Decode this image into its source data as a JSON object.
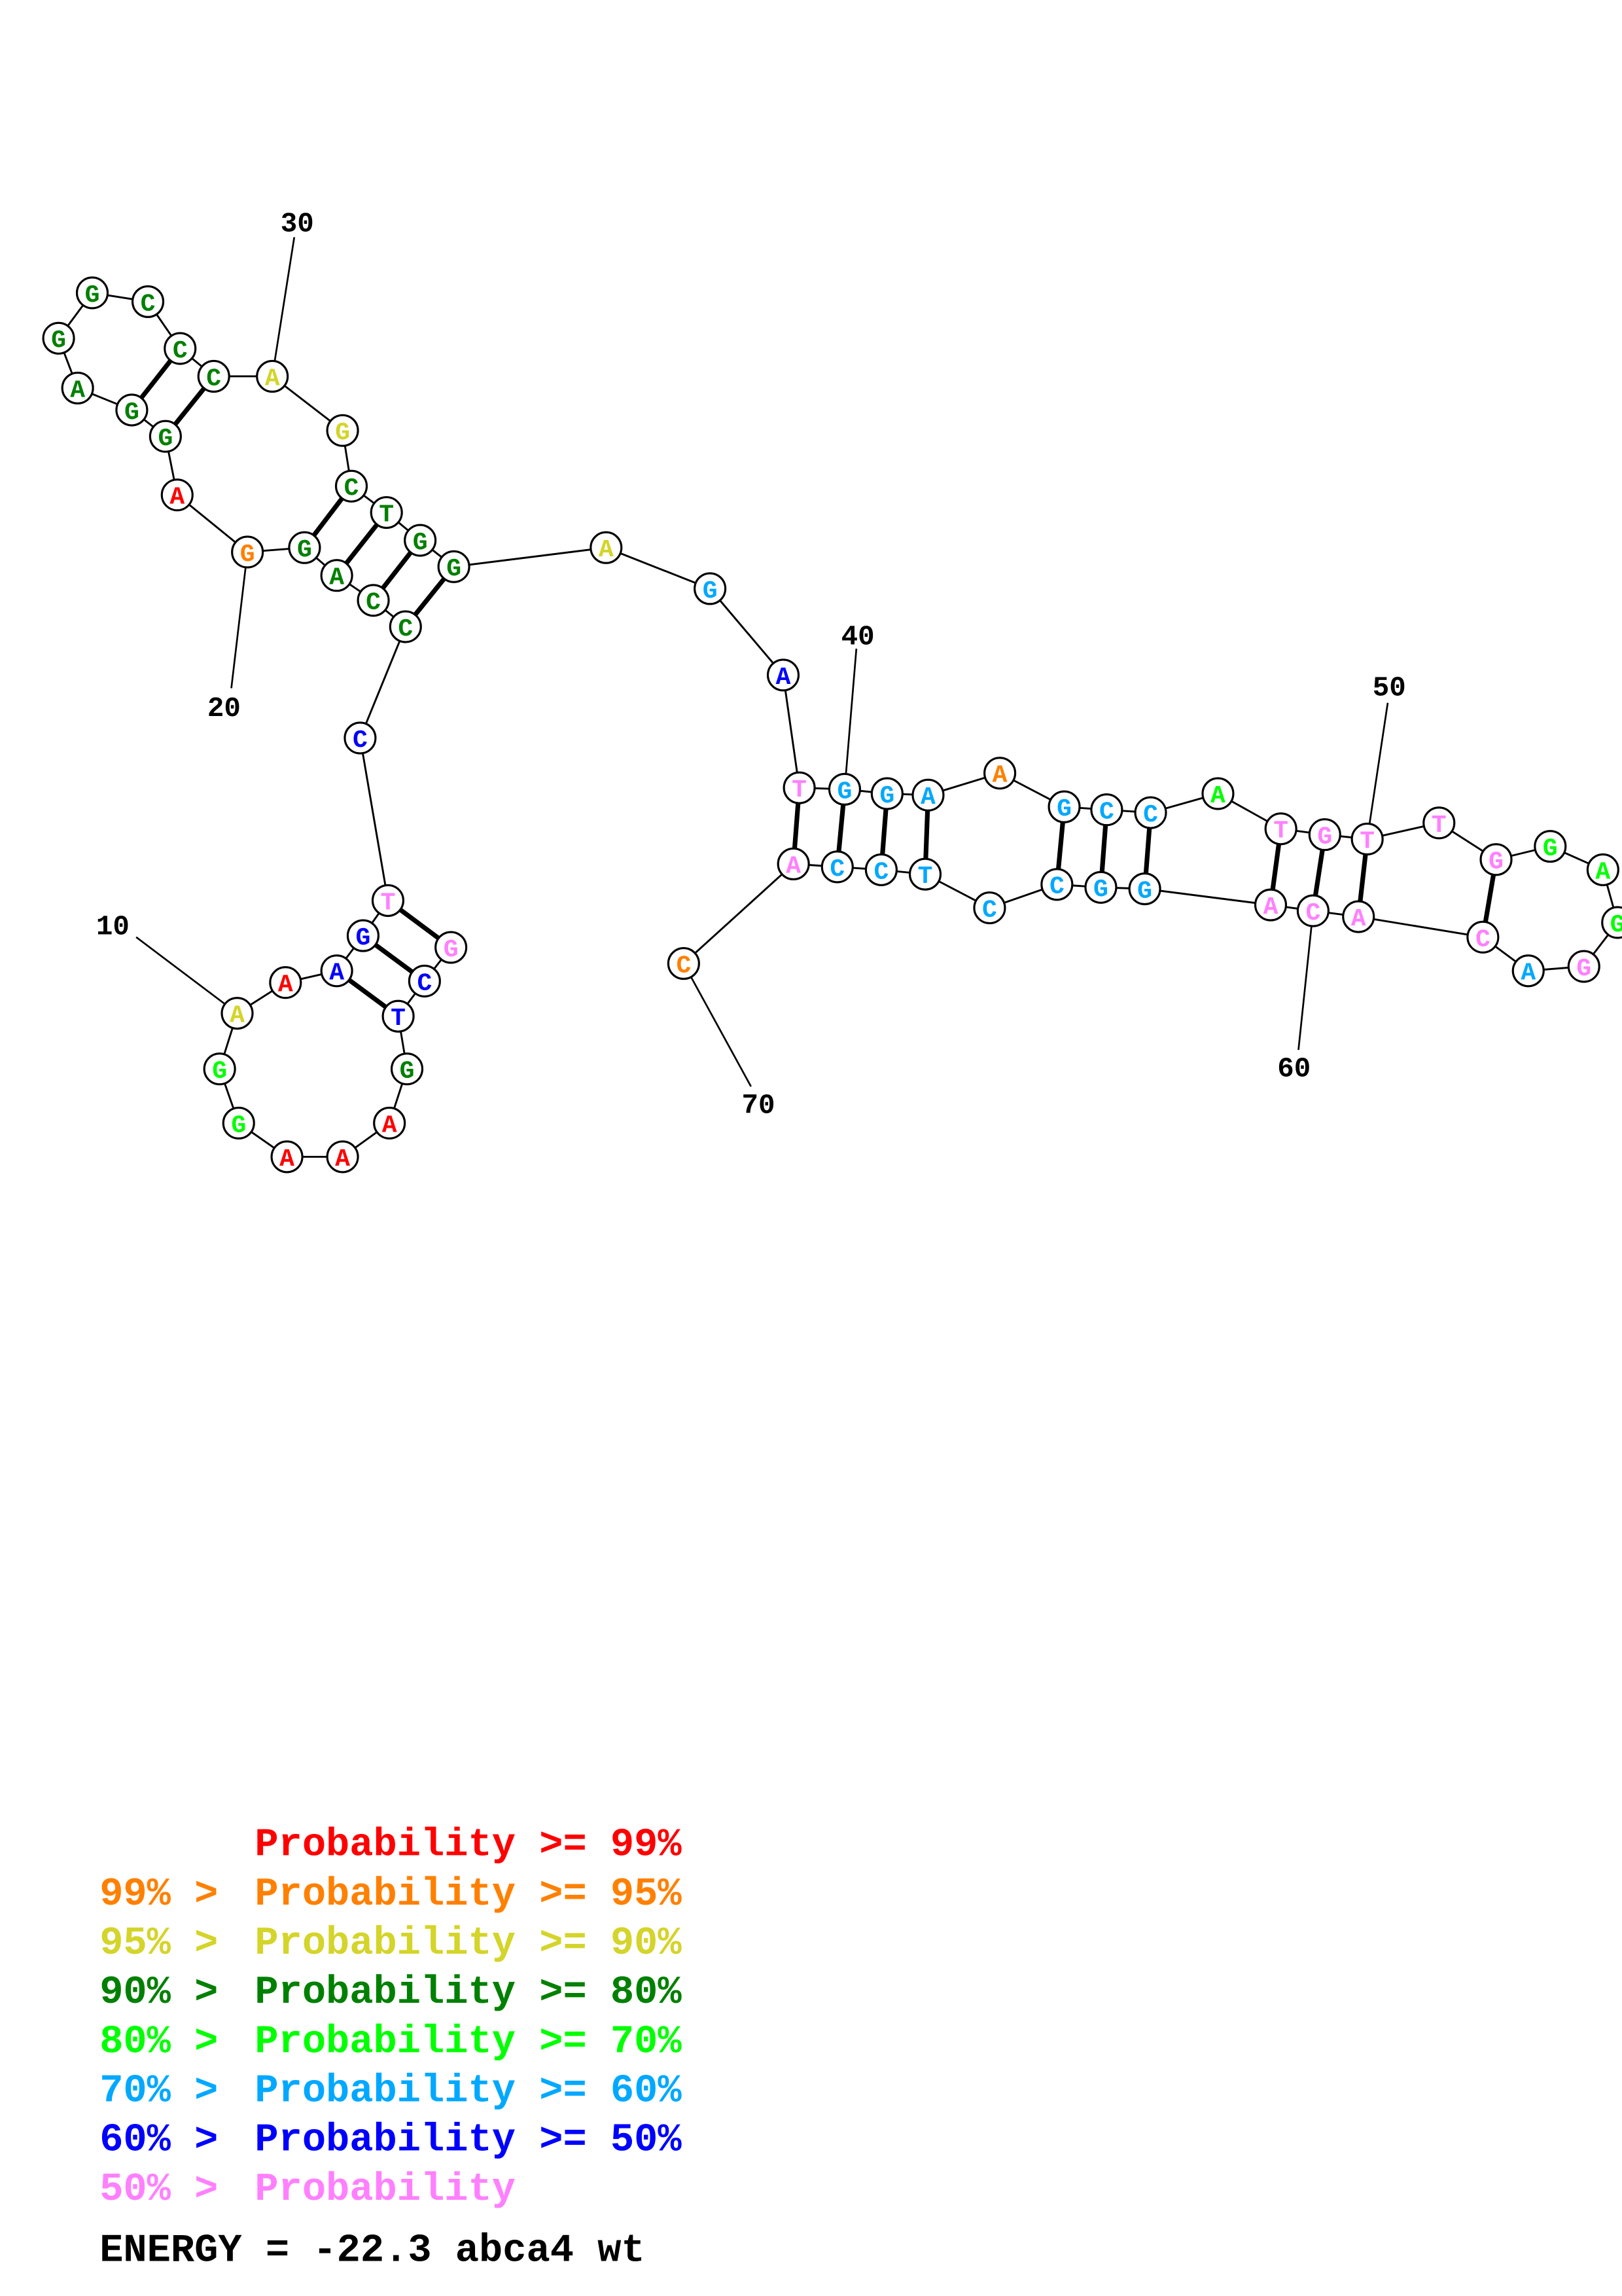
{
  "title": "abca4 wt",
  "energy_label": "ENERGY = -22.3  abca4 wt",
  "colors": {
    "p99": "#ff0000",
    "p95": "#ff8000",
    "p90": "#d4d42a",
    "p80": "#008000",
    "p70": "#00ff00",
    "p60": "#00a8ff",
    "p50": "#0000ff",
    "low": "#ff80ff"
  },
  "sequence": "GCTGAAAGGAAAGTCCCAGGAGGAGGCCCAGCTGGAGATGGAAGCCATGTTGGAGGACACAGGCCTCCAC",
  "nucleotides": [
    {
      "n": 1,
      "base": "G",
      "cls": "low"
    },
    {
      "n": 2,
      "base": "C",
      "cls": "p50"
    },
    {
      "n": 3,
      "base": "T",
      "cls": "p50"
    },
    {
      "n": 4,
      "base": "G",
      "cls": "p80"
    },
    {
      "n": 5,
      "base": "A",
      "cls": "p99"
    },
    {
      "n": 6,
      "base": "A",
      "cls": "p99"
    },
    {
      "n": 7,
      "base": "A",
      "cls": "p99"
    },
    {
      "n": 8,
      "base": "G",
      "cls": "p70"
    },
    {
      "n": 9,
      "base": "G",
      "cls": "p70"
    },
    {
      "n": 10,
      "base": "A",
      "cls": "p90"
    },
    {
      "n": 11,
      "base": "A",
      "cls": "p99"
    },
    {
      "n": 12,
      "base": "A",
      "cls": "p50"
    },
    {
      "n": 13,
      "base": "G",
      "cls": "p50"
    },
    {
      "n": 14,
      "base": "T",
      "cls": "low"
    },
    {
      "n": 15,
      "base": "C",
      "cls": "p50"
    },
    {
      "n": 16,
      "base": "C",
      "cls": "p80"
    },
    {
      "n": 17,
      "base": "C",
      "cls": "p80"
    },
    {
      "n": 18,
      "base": "A",
      "cls": "p80"
    },
    {
      "n": 19,
      "base": "G",
      "cls": "p80"
    },
    {
      "n": 20,
      "base": "G",
      "cls": "p95"
    },
    {
      "n": 21,
      "base": "A",
      "cls": "p99"
    },
    {
      "n": 22,
      "base": "G",
      "cls": "p80"
    },
    {
      "n": 23,
      "base": "G",
      "cls": "p80"
    },
    {
      "n": 24,
      "base": "A",
      "cls": "p80"
    },
    {
      "n": 25,
      "base": "G",
      "cls": "p80"
    },
    {
      "n": 26,
      "base": "G",
      "cls": "p80"
    },
    {
      "n": 27,
      "base": "C",
      "cls": "p80"
    },
    {
      "n": 28,
      "base": "C",
      "cls": "p80"
    },
    {
      "n": 29,
      "base": "C",
      "cls": "p80"
    },
    {
      "n": 30,
      "base": "A",
      "cls": "p90"
    },
    {
      "n": 31,
      "base": "G",
      "cls": "p90"
    },
    {
      "n": 32,
      "base": "C",
      "cls": "p80"
    },
    {
      "n": 33,
      "base": "T",
      "cls": "p80"
    },
    {
      "n": 34,
      "base": "G",
      "cls": "p80"
    },
    {
      "n": 35,
      "base": "G",
      "cls": "p80"
    },
    {
      "n": 36,
      "base": "A",
      "cls": "p90"
    },
    {
      "n": 37,
      "base": "G",
      "cls": "p60"
    },
    {
      "n": 38,
      "base": "A",
      "cls": "p50"
    },
    {
      "n": 39,
      "base": "T",
      "cls": "low"
    },
    {
      "n": 40,
      "base": "G",
      "cls": "p60"
    },
    {
      "n": 41,
      "base": "G",
      "cls": "p60"
    },
    {
      "n": 42,
      "base": "A",
      "cls": "p60"
    },
    {
      "n": 43,
      "base": "A",
      "cls": "p95"
    },
    {
      "n": 44,
      "base": "G",
      "cls": "p60"
    },
    {
      "n": 45,
      "base": "C",
      "cls": "p60"
    },
    {
      "n": 46,
      "base": "C",
      "cls": "p60"
    },
    {
      "n": 47,
      "base": "A",
      "cls": "p70"
    },
    {
      "n": 48,
      "base": "T",
      "cls": "low"
    },
    {
      "n": 49,
      "base": "G",
      "cls": "low"
    },
    {
      "n": 50,
      "base": "T",
      "cls": "low"
    },
    {
      "n": 51,
      "base": "T",
      "cls": "low"
    },
    {
      "n": 52,
      "base": "G",
      "cls": "low"
    },
    {
      "n": 53,
      "base": "G",
      "cls": "p70"
    },
    {
      "n": 54,
      "base": "A",
      "cls": "p70"
    },
    {
      "n": 55,
      "base": "G",
      "cls": "p70"
    },
    {
      "n": 56,
      "base": "G",
      "cls": "low"
    },
    {
      "n": 57,
      "base": "A",
      "cls": "p60"
    },
    {
      "n": 58,
      "base": "C",
      "cls": "low"
    },
    {
      "n": 59,
      "base": "A",
      "cls": "low"
    },
    {
      "n": 60,
      "base": "C",
      "cls": "low"
    },
    {
      "n": 61,
      "base": "A",
      "cls": "low"
    },
    {
      "n": 62,
      "base": "G",
      "cls": "p60"
    },
    {
      "n": 63,
      "base": "G",
      "cls": "p60"
    },
    {
      "n": 64,
      "base": "C",
      "cls": "p60"
    },
    {
      "n": 65,
      "base": "C",
      "cls": "p60"
    },
    {
      "n": 66,
      "base": "T",
      "cls": "p60"
    },
    {
      "n": 67,
      "base": "C",
      "cls": "p60"
    },
    {
      "n": 68,
      "base": "C",
      "cls": "p60"
    },
    {
      "n": 69,
      "base": "A",
      "cls": "low"
    },
    {
      "n": 70,
      "base": "C",
      "cls": "p95"
    }
  ],
  "pairs": [
    [
      1,
      14
    ],
    [
      2,
      13
    ],
    [
      3,
      12
    ],
    [
      16,
      35
    ],
    [
      17,
      34
    ],
    [
      18,
      33
    ],
    [
      19,
      32
    ],
    [
      22,
      29
    ],
    [
      23,
      28
    ],
    [
      39,
      69
    ],
    [
      40,
      68
    ],
    [
      41,
      67
    ],
    [
      42,
      66
    ],
    [
      44,
      64
    ],
    [
      45,
      63
    ],
    [
      46,
      62
    ],
    [
      48,
      61
    ],
    [
      49,
      60
    ],
    [
      50,
      59
    ],
    [
      52,
      58
    ]
  ],
  "position_labels": [
    {
      "n": 10,
      "text": "10"
    },
    {
      "n": 20,
      "text": "20"
    },
    {
      "n": 30,
      "text": "30"
    },
    {
      "n": 40,
      "text": "40"
    },
    {
      "n": 50,
      "text": "50"
    },
    {
      "n": 60,
      "text": "60"
    },
    {
      "n": 70,
      "text": "70"
    }
  ],
  "legend": [
    {
      "prefix": "",
      "text": "Probability >= 99%",
      "cls": "p99"
    },
    {
      "prefix": "99% >",
      "text": "Probability >= 95%",
      "cls": "p95"
    },
    {
      "prefix": "95% >",
      "text": "Probability >= 90%",
      "cls": "p90"
    },
    {
      "prefix": "90% >",
      "text": "Probability >= 80%",
      "cls": "p80"
    },
    {
      "prefix": "80% >",
      "text": "Probability >= 70%",
      "cls": "p70"
    },
    {
      "prefix": "70% >",
      "text": "Probability >= 60%",
      "cls": "p60"
    },
    {
      "prefix": "60% >",
      "text": "Probability >= 50%",
      "cls": "p50"
    },
    {
      "prefix": "50% >",
      "text": "Probability",
      "cls": "low"
    }
  ]
}
